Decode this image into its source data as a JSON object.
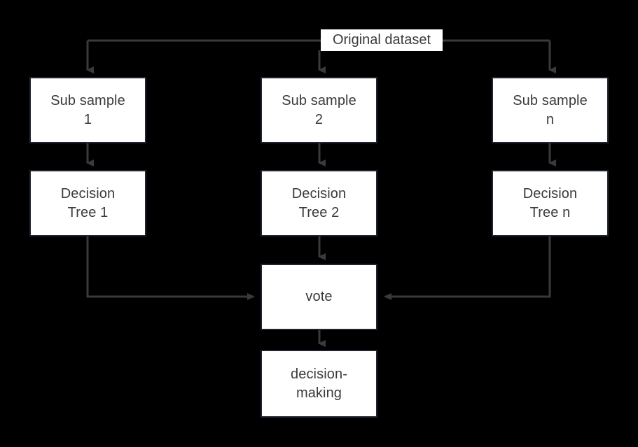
{
  "diagram": {
    "title_label": "Original dataset",
    "background_color": "#000000",
    "node_fill_color": "#ffffff",
    "node_border_color": "#1e2430",
    "connector_color": "#3a3a3a",
    "text_color": "#3b3b3b",
    "nodes": [
      {
        "id": "sub-sample-1",
        "label": "Sub sample\n1"
      },
      {
        "id": "sub-sample-2",
        "label": "Sub sample\n2"
      },
      {
        "id": "sub-sample-n",
        "label": "Sub sample\nn"
      },
      {
        "id": "decision-tree-1",
        "label": "Decision\nTree 1"
      },
      {
        "id": "decision-tree-2",
        "label": "Decision\nTree 2"
      },
      {
        "id": "decision-tree-n",
        "label": "Decision\nTree n"
      },
      {
        "id": "vote",
        "label": "vote"
      },
      {
        "id": "decision-making",
        "label": "decision-\nmaking"
      }
    ],
    "edges": [
      {
        "from": "original-dataset",
        "to": "sub-sample-1"
      },
      {
        "from": "original-dataset",
        "to": "sub-sample-2"
      },
      {
        "from": "original-dataset",
        "to": "sub-sample-n"
      },
      {
        "from": "sub-sample-1",
        "to": "decision-tree-1"
      },
      {
        "from": "sub-sample-2",
        "to": "decision-tree-2"
      },
      {
        "from": "sub-sample-n",
        "to": "decision-tree-n"
      },
      {
        "from": "decision-tree-1",
        "to": "vote"
      },
      {
        "from": "decision-tree-2",
        "to": "vote"
      },
      {
        "from": "decision-tree-n",
        "to": "vote"
      },
      {
        "from": "vote",
        "to": "decision-making"
      }
    ]
  }
}
